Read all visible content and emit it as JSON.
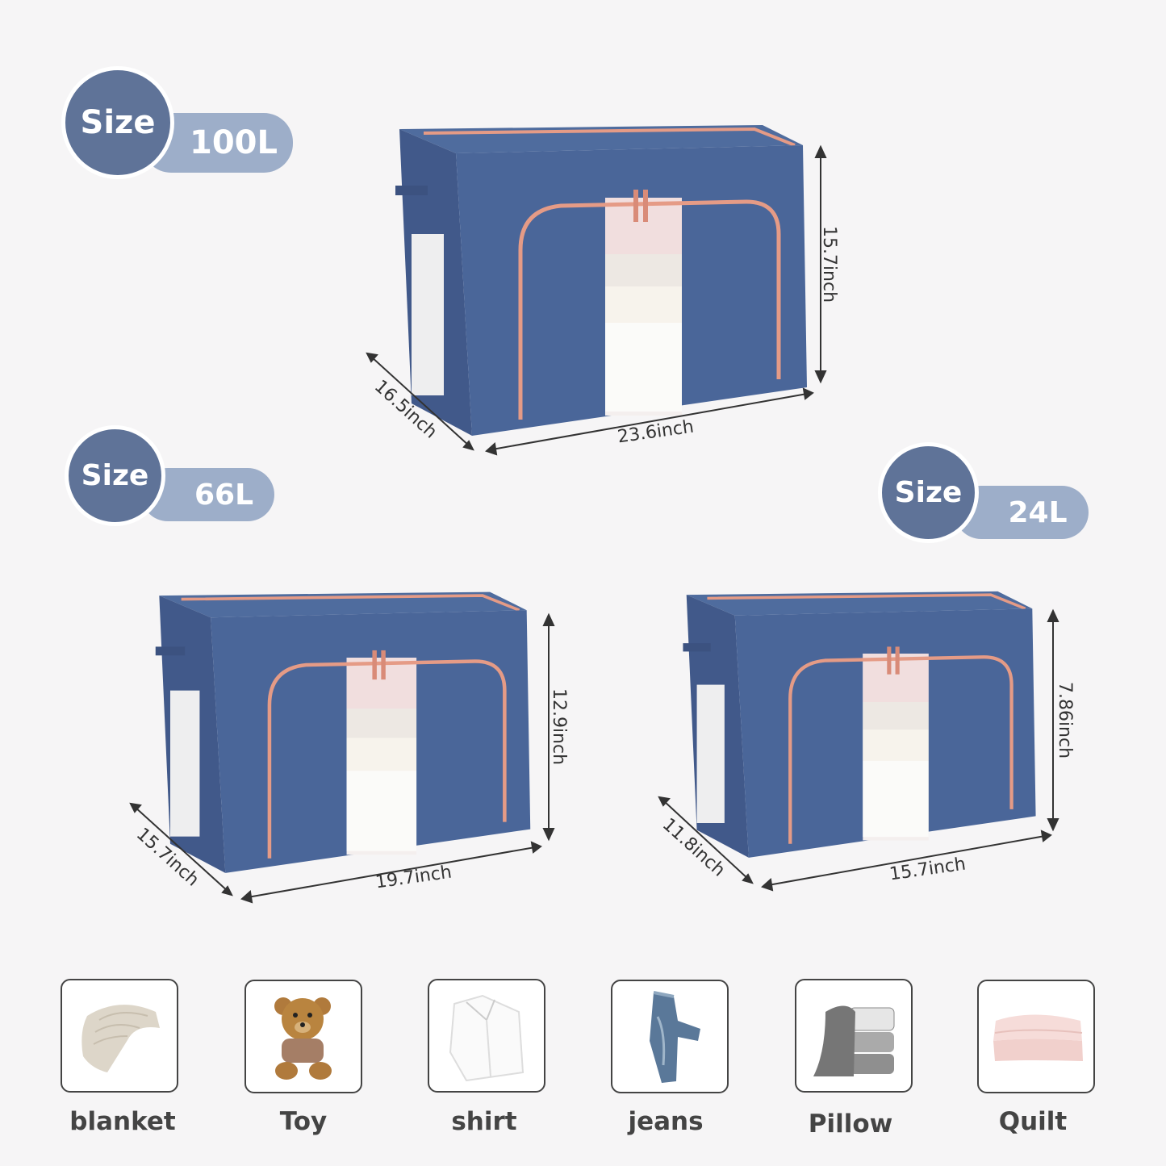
{
  "badges": [
    {
      "prefix": "Size",
      "capacity": "100L"
    },
    {
      "prefix": "Size",
      "capacity": "66L"
    },
    {
      "prefix": "Size",
      "capacity": "24L"
    }
  ],
  "boxes": [
    {
      "capacity": "100L",
      "height": "15.7inch",
      "depth": "16.5inch",
      "width": "23.6inch"
    },
    {
      "capacity": "66L",
      "height": "12.9inch",
      "depth": "15.7inch",
      "width": "19.7inch"
    },
    {
      "capacity": "24L",
      "height": "7.86inch",
      "depth": "11.8inch",
      "width": "15.7inch"
    }
  ],
  "uses": [
    {
      "label": "blanket",
      "icon": "blanket-icon"
    },
    {
      "label": "Toy",
      "icon": "teddy-bear-icon"
    },
    {
      "label": "shirt",
      "icon": "shirt-icon"
    },
    {
      "label": "jeans",
      "icon": "jeans-icon"
    },
    {
      "label": "Pillow",
      "icon": "pillow-icon"
    },
    {
      "label": "Quilt",
      "icon": "quilt-icon"
    }
  ],
  "colors": {
    "box_fabric": "#4a6699",
    "zipper": "#e59b86",
    "badge_circle": "#5f7398",
    "badge_pill": "#9daec9",
    "background": "#f6f5f6"
  }
}
